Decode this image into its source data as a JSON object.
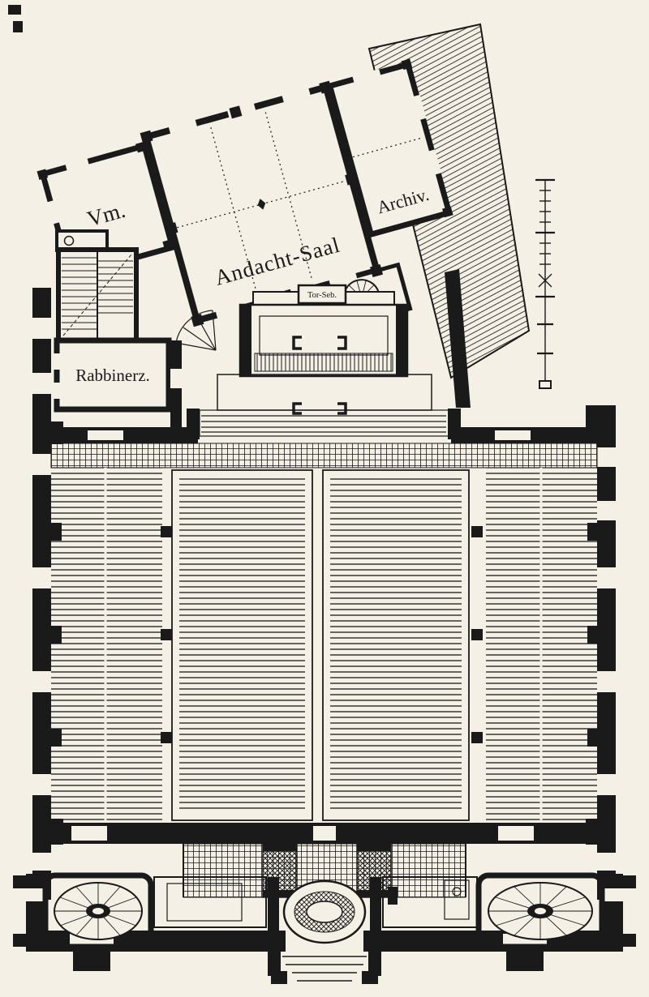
{
  "document": {
    "kind": "engraved architectural floor plan (synagogue, ground floor)"
  },
  "colors": {
    "paper": "#f4f0e5",
    "ink": "#1a1a1a"
  },
  "labels": {
    "vm": "Vm.",
    "andacht_saal": "Andacht-Saal",
    "archiv": "Archiv.",
    "rabbinerz": "Rabbinerz.",
    "tor_seb": "Tor-Seb."
  },
  "features": {
    "scale_bar": "graphic-scale-bar",
    "hatched_area": "adjacent-building-hatching",
    "main_hall": "main-hall-with-pew-rows",
    "stairs": [
      "straight-stair-left",
      "spiral-stair-upper",
      "spiral-stair-lower-left",
      "spiral-stair-lower-right"
    ],
    "entrance": "central-entrance-oval-with-steps"
  }
}
